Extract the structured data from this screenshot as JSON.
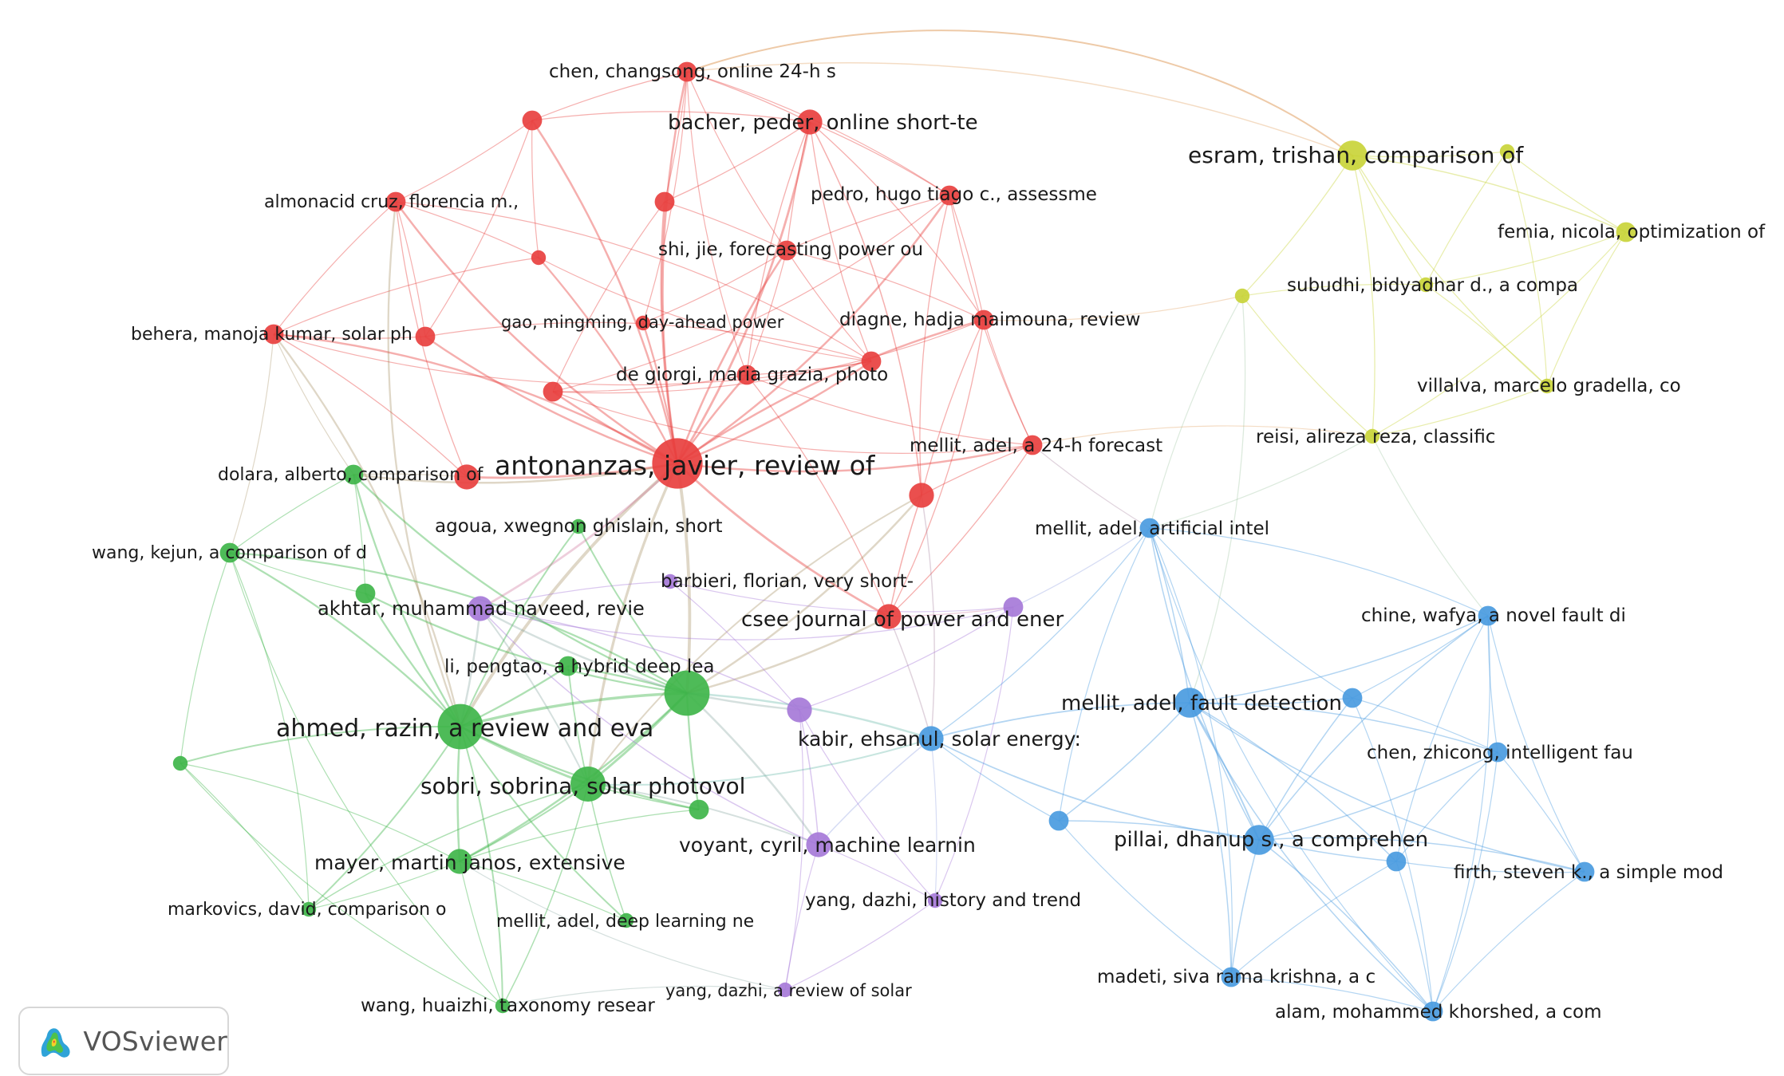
{
  "app": {
    "name": "VOSviewer",
    "logo_icon": "vosviewer-logo-icon"
  },
  "clusters": {
    "red": "#e8403f",
    "green": "#3fb54a",
    "blue": "#4a9be0",
    "yellow": "#c9d43a",
    "purple": "#a67ad8"
  },
  "nodes": [
    {
      "id": "chen_changsong",
      "label": "chen, changsong, online 24-h s",
      "cluster": "red",
      "weight": 2
    },
    {
      "id": "r_top1",
      "label": "",
      "cluster": "red",
      "weight": 2
    },
    {
      "id": "bacher",
      "label": "bacher, peder, online short-te",
      "cluster": "red",
      "weight": 3
    },
    {
      "id": "almonacid",
      "label": "almonacid cruz, florencia m.,",
      "cluster": "red",
      "weight": 2
    },
    {
      "id": "r_mid1",
      "label": "",
      "cluster": "red",
      "weight": 2
    },
    {
      "id": "pedro",
      "label": "pedro, hugo tiago c., assessme",
      "cluster": "red",
      "weight": 2
    },
    {
      "id": "r_mid2",
      "label": "",
      "cluster": "red",
      "weight": 1
    },
    {
      "id": "shi_jie",
      "label": "shi, jie, forecasting power ou",
      "cluster": "red",
      "weight": 2
    },
    {
      "id": "gao",
      "label": "gao, mingming, day-ahead power",
      "cluster": "red",
      "weight": 1
    },
    {
      "id": "diagne",
      "label": "diagne, hadja maimouna, review",
      "cluster": "red",
      "weight": 2
    },
    {
      "id": "behera",
      "label": "behera, manoja kumar, solar ph",
      "cluster": "red",
      "weight": 2
    },
    {
      "id": "r_mid3",
      "label": "",
      "cluster": "red",
      "weight": 2
    },
    {
      "id": "de_giorgi",
      "label": "de giorgi, maria grazia, photo",
      "cluster": "red",
      "weight": 2
    },
    {
      "id": "r_mid4",
      "label": "",
      "cluster": "red",
      "weight": 2
    },
    {
      "id": "r_mid5",
      "label": "",
      "cluster": "red",
      "weight": 2
    },
    {
      "id": "mellit_24h",
      "label": "mellit, adel, a 24-h forecast",
      "cluster": "red",
      "weight": 2
    },
    {
      "id": "antonanzas",
      "label": "antonanzas, javier, review of",
      "cluster": "red",
      "weight": 8
    },
    {
      "id": "dolara_r",
      "label": "",
      "cluster": "red",
      "weight": 3
    },
    {
      "id": "r_mid6",
      "label": "",
      "cluster": "red",
      "weight": 3
    },
    {
      "id": "csee",
      "label": "csee journal of power and ener",
      "cluster": "red",
      "weight": 3
    },
    {
      "id": "esram",
      "label": "esram, trishan, comparison of",
      "cluster": "yellow",
      "weight": 4
    },
    {
      "id": "y_top",
      "label": "",
      "cluster": "yellow",
      "weight": 1
    },
    {
      "id": "femia",
      "label": "femia, nicola, optimization of",
      "cluster": "yellow",
      "weight": 2
    },
    {
      "id": "subudhi",
      "label": "subudhi, bidyadhar d., a compa",
      "cluster": "yellow",
      "weight": 1
    },
    {
      "id": "y_left",
      "label": "",
      "cluster": "yellow",
      "weight": 1
    },
    {
      "id": "villalva",
      "label": "villalva, marcelo gradella, co",
      "cluster": "yellow",
      "weight": 1
    },
    {
      "id": "reisi",
      "label": "reisi, alireza reza, classific",
      "cluster": "yellow",
      "weight": 1
    },
    {
      "id": "dolara",
      "label": "dolara, alberto, comparison of",
      "cluster": "green",
      "weight": 2
    },
    {
      "id": "agoua",
      "label": "agoua, xwegnon ghislain, short",
      "cluster": "green",
      "weight": 1
    },
    {
      "id": "wang_kejun",
      "label": "wang, kejun, a comparison of d",
      "cluster": "green",
      "weight": 2
    },
    {
      "id": "akhtar_g",
      "label": "",
      "cluster": "green",
      "weight": 2
    },
    {
      "id": "li_pengtao",
      "label": "li, pengtao, a hybrid deep lea",
      "cluster": "green",
      "weight": 2
    },
    {
      "id": "g_big",
      "label": "",
      "cluster": "green",
      "weight": 7
    },
    {
      "id": "ahmed",
      "label": "ahmed, razin, a review and eva",
      "cluster": "green",
      "weight": 7
    },
    {
      "id": "g_left",
      "label": "",
      "cluster": "green",
      "weight": 1
    },
    {
      "id": "sobri",
      "label": "sobri, sobrina, solar photovol",
      "cluster": "green",
      "weight": 5
    },
    {
      "id": "g_mid",
      "label": "",
      "cluster": "green",
      "weight": 2
    },
    {
      "id": "mayer",
      "label": "mayer, martin janos, extensive",
      "cluster": "green",
      "weight": 3
    },
    {
      "id": "markovics",
      "label": "markovics, david, comparison o",
      "cluster": "green",
      "weight": 1
    },
    {
      "id": "mellit_deep",
      "label": "mellit, adel, deep learning ne",
      "cluster": "green",
      "weight": 1
    },
    {
      "id": "wang_huaizhi",
      "label": "wang, huaizhi, taxonomy resear",
      "cluster": "green",
      "weight": 1
    },
    {
      "id": "akhtar",
      "label": "akhtar, muhammad naveed, revie",
      "cluster": "purple",
      "weight": 3
    },
    {
      "id": "barbieri",
      "label": "barbieri, florian, very short-",
      "cluster": "purple",
      "weight": 1
    },
    {
      "id": "p_right",
      "label": "",
      "cluster": "purple",
      "weight": 2
    },
    {
      "id": "p_mid",
      "label": "",
      "cluster": "purple",
      "weight": 3
    },
    {
      "id": "voyant",
      "label": "voyant, cyril, machine learnin",
      "cluster": "purple",
      "weight": 3
    },
    {
      "id": "yang_history",
      "label": "yang, dazhi, history and trend",
      "cluster": "purple",
      "weight": 1
    },
    {
      "id": "yang_review",
      "label": "yang, dazhi, a review of solar",
      "cluster": "purple",
      "weight": 1
    },
    {
      "id": "mellit_ai",
      "label": "mellit, adel, artificial intel",
      "cluster": "blue",
      "weight": 2
    },
    {
      "id": "chine",
      "label": "chine, wafya, a novel fault di",
      "cluster": "blue",
      "weight": 2
    },
    {
      "id": "b_mid1",
      "label": "",
      "cluster": "blue",
      "weight": 2
    },
    {
      "id": "mellit_fault",
      "label": "mellit, adel, fault detection",
      "cluster": "blue",
      "weight": 4
    },
    {
      "id": "kabir",
      "label": "kabir, ehsanul, solar energy:",
      "cluster": "blue",
      "weight": 3
    },
    {
      "id": "chen_zhicong",
      "label": "chen, zhicong, intelligent fau",
      "cluster": "blue",
      "weight": 2
    },
    {
      "id": "b_mid2",
      "label": "",
      "cluster": "blue",
      "weight": 2
    },
    {
      "id": "pillai",
      "label": "pillai, dhanup s., a comprehen",
      "cluster": "blue",
      "weight": 4
    },
    {
      "id": "b_mid3",
      "label": "",
      "cluster": "blue",
      "weight": 2
    },
    {
      "id": "firth",
      "label": "firth, steven k., a simple mod",
      "cluster": "blue",
      "weight": 2
    },
    {
      "id": "madeti",
      "label": "madeti, siva rama krishna, a c",
      "cluster": "blue",
      "weight": 2
    },
    {
      "id": "alam",
      "label": "alam, mohammed khorshed, a com",
      "cluster": "blue",
      "weight": 2
    }
  ],
  "edges": [
    [
      "antonanzas",
      "chen_changsong"
    ],
    [
      "antonanzas",
      "bacher"
    ],
    [
      "antonanzas",
      "almonacid"
    ],
    [
      "antonanzas",
      "pedro"
    ],
    [
      "antonanzas",
      "shi_jie"
    ],
    [
      "antonanzas",
      "gao"
    ],
    [
      "antonanzas",
      "diagne"
    ],
    [
      "antonanzas",
      "behera"
    ],
    [
      "antonanzas",
      "de_giorgi"
    ],
    [
      "antonanzas",
      "mellit_24h"
    ],
    [
      "antonanzas",
      "r_mid5"
    ],
    [
      "antonanzas",
      "csee"
    ],
    [
      "antonanzas",
      "r_mid3"
    ],
    [
      "antonanzas",
      "r_mid4"
    ],
    [
      "antonanzas",
      "dolara_r"
    ],
    [
      "antonanzas",
      "r_top1"
    ],
    [
      "antonanzas",
      "r_mid1"
    ],
    [
      "antonanzas",
      "r_mid2"
    ],
    [
      "chen_changsong",
      "bacher"
    ],
    [
      "chen_changsong",
      "r_top1"
    ],
    [
      "chen_changsong",
      "pedro"
    ],
    [
      "chen_changsong",
      "shi_jie"
    ],
    [
      "chen_changsong",
      "r_mid1"
    ],
    [
      "chen_changsong",
      "de_giorgi"
    ],
    [
      "chen_changsong",
      "gao"
    ],
    [
      "bacher",
      "r_top1"
    ],
    [
      "bacher",
      "pedro"
    ],
    [
      "bacher",
      "shi_jie"
    ],
    [
      "bacher",
      "diagne"
    ],
    [
      "bacher",
      "r_mid4"
    ],
    [
      "bacher",
      "r_mid1"
    ],
    [
      "bacher",
      "de_giorgi"
    ],
    [
      "bacher",
      "r_mid6"
    ],
    [
      "almonacid",
      "behera"
    ],
    [
      "almonacid",
      "r_mid3"
    ],
    [
      "almonacid",
      "r_top1"
    ],
    [
      "almonacid",
      "r_mid2"
    ],
    [
      "almonacid",
      "dolara_r"
    ],
    [
      "almonacid",
      "r_mid4"
    ],
    [
      "pedro",
      "shi_jie"
    ],
    [
      "pedro",
      "diagne"
    ],
    [
      "pedro",
      "mellit_24h"
    ],
    [
      "pedro",
      "r_mid5"
    ],
    [
      "pedro",
      "r_mid6"
    ],
    [
      "shi_jie",
      "gao"
    ],
    [
      "shi_jie",
      "r_mid4"
    ],
    [
      "shi_jie",
      "diagne"
    ],
    [
      "shi_jie",
      "r_mid1"
    ],
    [
      "shi_jie",
      "de_giorgi"
    ],
    [
      "diagne",
      "mellit_24h"
    ],
    [
      "diagne",
      "r_mid5"
    ],
    [
      "diagne",
      "r_mid6"
    ],
    [
      "diagne",
      "csee"
    ],
    [
      "behera",
      "r_mid3"
    ],
    [
      "behera",
      "dolara_r"
    ],
    [
      "behera",
      "r_mid4"
    ],
    [
      "behera",
      "wang_kejun"
    ],
    [
      "behera",
      "dolara"
    ],
    [
      "behera",
      "r_mid2"
    ],
    [
      "de_giorgi",
      "r_mid4"
    ],
    [
      "de_giorgi",
      "r_mid5"
    ],
    [
      "de_giorgi",
      "mellit_24h"
    ],
    [
      "de_giorgi",
      "csee"
    ],
    [
      "mellit_24h",
      "r_mid6"
    ],
    [
      "mellit_24h",
      "csee"
    ],
    [
      "mellit_24h",
      "mellit_ai"
    ],
    [
      "mellit_24h",
      "r_mid5"
    ],
    [
      "r_mid6",
      "csee"
    ],
    [
      "r_mid6",
      "g_big"
    ],
    [
      "r_mid6",
      "sobri"
    ],
    [
      "r_mid6",
      "kabir"
    ],
    [
      "r_top1",
      "r_mid2"
    ],
    [
      "r_top1",
      "r_mid3"
    ],
    [
      "r_mid2",
      "r_mid4"
    ],
    [
      "r_mid3",
      "r_mid4"
    ],
    [
      "r_mid1",
      "r_mid5"
    ],
    [
      "chen_changsong",
      "esram"
    ],
    [
      "diagne",
      "y_left"
    ],
    [
      "mellit_24h",
      "reisi"
    ],
    [
      "mellit_ai",
      "reisi"
    ],
    [
      "mellit_ai",
      "y_left"
    ],
    [
      "esram",
      "y_top"
    ],
    [
      "esram",
      "femia"
    ],
    [
      "esram",
      "subudhi"
    ],
    [
      "esram",
      "y_left"
    ],
    [
      "esram",
      "villalva"
    ],
    [
      "esram",
      "reisi"
    ],
    [
      "y_top",
      "femia"
    ],
    [
      "y_top",
      "villalva"
    ],
    [
      "y_top",
      "subudhi"
    ],
    [
      "femia",
      "subudhi"
    ],
    [
      "femia",
      "villalva"
    ],
    [
      "femia",
      "reisi"
    ],
    [
      "subudhi",
      "y_left"
    ],
    [
      "subudhi",
      "villalva"
    ],
    [
      "y_left",
      "reisi"
    ],
    [
      "villalva",
      "reisi"
    ],
    [
      "reisi",
      "chine"
    ],
    [
      "y_left",
      "mellit_fault"
    ],
    [
      "ahmed",
      "sobri"
    ],
    [
      "ahmed",
      "g_big"
    ],
    [
      "ahmed",
      "mayer"
    ],
    [
      "ahmed",
      "dolara"
    ],
    [
      "ahmed",
      "wang_kejun"
    ],
    [
      "ahmed",
      "akhtar_g"
    ],
    [
      "ahmed",
      "li_pengtao"
    ],
    [
      "ahmed",
      "agoua"
    ],
    [
      "ahmed",
      "g_left"
    ],
    [
      "ahmed",
      "markovics"
    ],
    [
      "ahmed",
      "mellit_deep"
    ],
    [
      "ahmed",
      "wang_huaizhi"
    ],
    [
      "ahmed",
      "g_mid"
    ],
    [
      "ahmed",
      "antonanzas"
    ],
    [
      "ahmed",
      "behera"
    ],
    [
      "ahmed",
      "almonacid"
    ],
    [
      "sobri",
      "g_big"
    ],
    [
      "sobri",
      "mayer"
    ],
    [
      "sobri",
      "g_mid"
    ],
    [
      "sobri",
      "li_pengtao"
    ],
    [
      "sobri",
      "mellit_deep"
    ],
    [
      "sobri",
      "wang_huaizhi"
    ],
    [
      "sobri",
      "markovics"
    ],
    [
      "sobri",
      "antonanzas"
    ],
    [
      "sobri",
      "akhtar"
    ],
    [
      "sobri",
      "voyant"
    ],
    [
      "g_big",
      "li_pengtao"
    ],
    [
      "g_big",
      "agoua"
    ],
    [
      "g_big",
      "g_mid"
    ],
    [
      "g_big",
      "mayer"
    ],
    [
      "g_big",
      "antonanzas"
    ],
    [
      "g_big",
      "dolara"
    ],
    [
      "g_big",
      "wang_kejun"
    ],
    [
      "g_big",
      "akhtar_g"
    ],
    [
      "g_big",
      "csee"
    ],
    [
      "mayer",
      "markovics"
    ],
    [
      "mayer",
      "wang_huaizhi"
    ],
    [
      "mayer",
      "mellit_deep"
    ],
    [
      "mayer",
      "g_left"
    ],
    [
      "mayer",
      "g_mid"
    ],
    [
      "wang_kejun",
      "g_left"
    ],
    [
      "wang_kejun",
      "dolara"
    ],
    [
      "wang_kejun",
      "akhtar_g"
    ],
    [
      "wang_kejun",
      "markovics"
    ],
    [
      "wang_kejun",
      "wang_huaizhi"
    ],
    [
      "g_left",
      "markovics"
    ],
    [
      "g_left",
      "wang_huaizhi"
    ],
    [
      "dolara",
      "akhtar_g"
    ],
    [
      "dolara",
      "antonanzas"
    ],
    [
      "dolara",
      "dolara_r"
    ],
    [
      "akhtar",
      "antonanzas"
    ],
    [
      "akhtar",
      "p_mid"
    ],
    [
      "akhtar",
      "voyant"
    ],
    [
      "akhtar",
      "barbieri"
    ],
    [
      "akhtar",
      "p_right"
    ],
    [
      "akhtar",
      "ahmed"
    ],
    [
      "akhtar",
      "g_big"
    ],
    [
      "p_mid",
      "voyant"
    ],
    [
      "p_mid",
      "yang_history"
    ],
    [
      "p_mid",
      "yang_review"
    ],
    [
      "p_mid",
      "p_right"
    ],
    [
      "p_mid",
      "g_big"
    ],
    [
      "p_mid",
      "barbieri"
    ],
    [
      "voyant",
      "yang_history"
    ],
    [
      "voyant",
      "yang_review"
    ],
    [
      "voyant",
      "kabir"
    ],
    [
      "voyant",
      "g_big"
    ],
    [
      "yang_history",
      "yang_review"
    ],
    [
      "yang_history",
      "kabir"
    ],
    [
      "p_right",
      "yang_history"
    ],
    [
      "p_right",
      "mellit_ai"
    ],
    [
      "p_right",
      "csee"
    ],
    [
      "barbieri",
      "p_right"
    ],
    [
      "yang_review",
      "mayer"
    ],
    [
      "yang_review",
      "wang_huaizhi"
    ],
    [
      "mellit_ai",
      "mellit_fault"
    ],
    [
      "mellit_ai",
      "pillai"
    ],
    [
      "mellit_ai",
      "chine"
    ],
    [
      "mellit_ai",
      "b_mid1"
    ],
    [
      "mellit_ai",
      "kabir"
    ],
    [
      "mellit_ai",
      "b_mid2"
    ],
    [
      "mellit_ai",
      "madeti"
    ],
    [
      "mellit_ai",
      "alam"
    ],
    [
      "mellit_fault",
      "pillai"
    ],
    [
      "mellit_fault",
      "chine"
    ],
    [
      "mellit_fault",
      "chen_zhicong"
    ],
    [
      "mellit_fault",
      "b_mid1"
    ],
    [
      "mellit_fault",
      "b_mid3"
    ],
    [
      "mellit_fault",
      "firth"
    ],
    [
      "mellit_fault",
      "madeti"
    ],
    [
      "mellit_fault",
      "alam"
    ],
    [
      "mellit_fault",
      "b_mid2"
    ],
    [
      "mellit_fault",
      "kabir"
    ],
    [
      "pillai",
      "chine"
    ],
    [
      "pillai",
      "chen_zhicong"
    ],
    [
      "pillai",
      "b_mid1"
    ],
    [
      "pillai",
      "b_mid3"
    ],
    [
      "pillai",
      "firth"
    ],
    [
      "pillai",
      "madeti"
    ],
    [
      "pillai",
      "alam"
    ],
    [
      "pillai",
      "b_mid2"
    ],
    [
      "pillai",
      "kabir"
    ],
    [
      "chine",
      "chen_zhicong"
    ],
    [
      "chine",
      "b_mid1"
    ],
    [
      "chine",
      "firth"
    ],
    [
      "chine",
      "alam"
    ],
    [
      "chine",
      "b_mid3"
    ],
    [
      "chen_zhicong",
      "firth"
    ],
    [
      "chen_zhicong",
      "b_mid3"
    ],
    [
      "chen_zhicong",
      "alam"
    ],
    [
      "chen_zhicong",
      "b_mid1"
    ],
    [
      "firth",
      "b_mid3"
    ],
    [
      "firth",
      "alam"
    ],
    [
      "b_mid3",
      "alam"
    ],
    [
      "b_mid3",
      "madeti"
    ],
    [
      "madeti",
      "alam"
    ],
    [
      "b_mid2",
      "madeti"
    ],
    [
      "b_mid2",
      "kabir"
    ],
    [
      "kabir",
      "csee"
    ],
    [
      "kabir",
      "sobri"
    ],
    [
      "kabir",
      "g_big"
    ],
    [
      "b_mid1",
      "alam"
    ]
  ]
}
